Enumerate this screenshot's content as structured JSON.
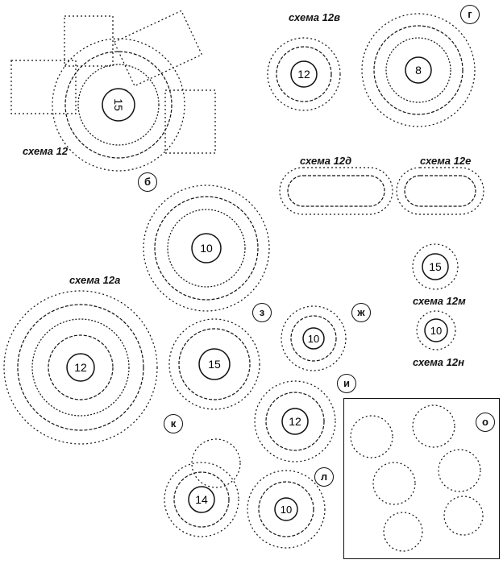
{
  "labels": {
    "s12": "схема 12",
    "s12a": "схема 12а",
    "s12v": "схема 12в",
    "s12d": "схема 12д",
    "s12e": "схема 12е",
    "s12m": "схема 12м",
    "s12n": "схема 12н"
  },
  "letters": {
    "b": "б",
    "g": "г",
    "z": "з",
    "zh": "ж",
    "i": "и",
    "k": "к",
    "l": "л",
    "o": "о"
  },
  "centers": {
    "m12": "15",
    "m12v": "12",
    "mg": "8",
    "mb": "10",
    "m12a": "12",
    "mz": "15",
    "mzh": "10",
    "mi": "12",
    "mk": "14",
    "ml": "10",
    "m12m": "15",
    "m12n": "10"
  }
}
